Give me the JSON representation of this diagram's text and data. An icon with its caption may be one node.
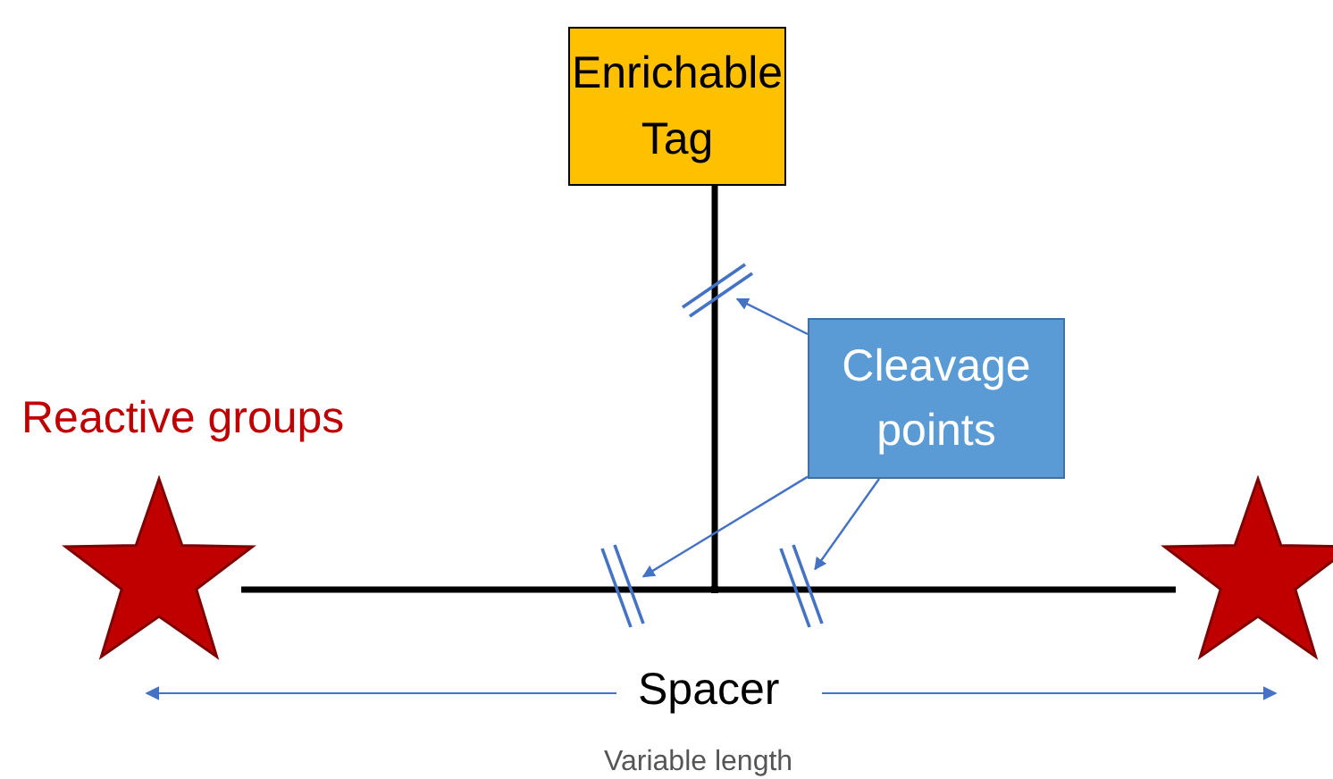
{
  "diagram": {
    "nodes": [
      {
        "text": [
          "Enrichable Tag"
        ]
      },
      {
        "text": [
          "Cleavage points"
        ]
      },
      {
        "text": [],
        "shape": "star"
      },
      {
        "text": [],
        "shape": "point"
      },
      {
        "text": [],
        "shape": "star"
      },
      {
        "text": [],
        "shape": "mark"
      },
      {
        "text": [],
        "shape": "mark"
      },
      {
        "text": [],
        "shape": "mark"
      }
    ],
    "edges": [
      {
        "from": 2,
        "to": 6,
        "arrow": "none"
      },
      {
        "from": 6,
        "to": 3,
        "arrow": "none"
      },
      {
        "from": 3,
        "to": 7,
        "arrow": "none"
      },
      {
        "from": 7,
        "to": 4,
        "arrow": "none"
      },
      {
        "from": 0,
        "to": 5,
        "arrow": "none"
      },
      {
        "from": 5,
        "to": 3,
        "arrow": "none"
      },
      {
        "from": 1,
        "to": 5,
        "arrow": "to",
        "color": "#4472c4"
      },
      {
        "from": 1,
        "to": 6,
        "arrow": "to",
        "color": "#4472c4"
      },
      {
        "from": 1,
        "to": 7,
        "arrow": "to",
        "color": "#4472c4"
      }
    ],
    "labels": [
      "Reactive groups",
      "Spacer",
      "Variable length"
    ]
  }
}
